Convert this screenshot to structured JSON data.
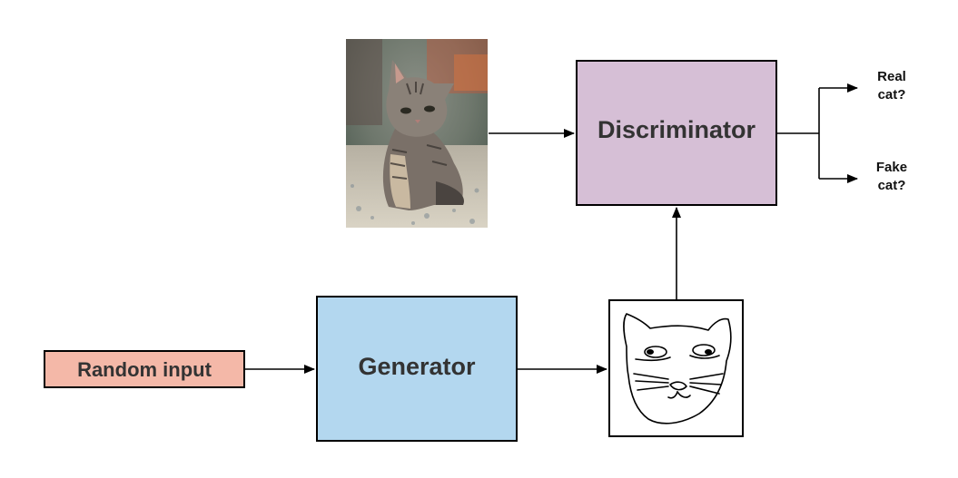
{
  "boxes": {
    "random_input": {
      "label": "Random input",
      "color": "#f4b8a8"
    },
    "generator": {
      "label": "Generator",
      "color": "#b3d7ef"
    },
    "discriminator": {
      "label": "Discriminator",
      "color": "#d6bfd6"
    }
  },
  "outputs": {
    "real": {
      "line1": "Real",
      "line2": "cat?"
    },
    "fake": {
      "line1": "Fake",
      "line2": "cat?"
    }
  },
  "images": {
    "real_cat": "real-cat-photo",
    "generated_cat": "generated-cat-sketch"
  }
}
